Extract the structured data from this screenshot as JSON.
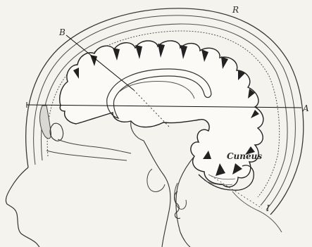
{
  "figure": {
    "labels": {
      "r": "R",
      "b": "B",
      "a": "A",
      "cuneus": "Cuneus",
      "i": "I"
    }
  }
}
